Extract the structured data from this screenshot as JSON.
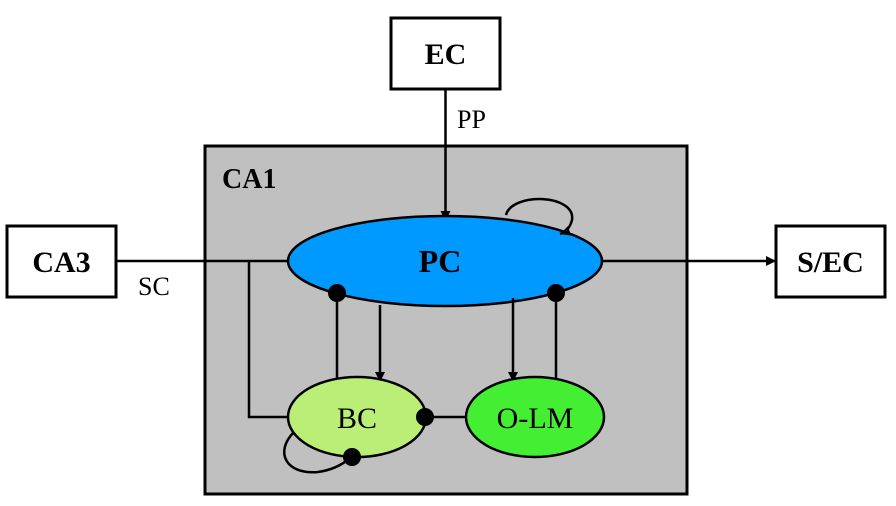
{
  "nodes": {
    "ec": "EC",
    "ca3": "CA3",
    "sec": "S/EC",
    "ca1": "CA1",
    "pc": "PC",
    "bc": "BC",
    "olm": "O-LM"
  },
  "edges": {
    "pp": "PP",
    "sc": "SC"
  },
  "colors": {
    "ca1_region": "#c0c0c0",
    "pc": "#0099ff",
    "bc": "#bbee77",
    "olm": "#44ee33"
  }
}
